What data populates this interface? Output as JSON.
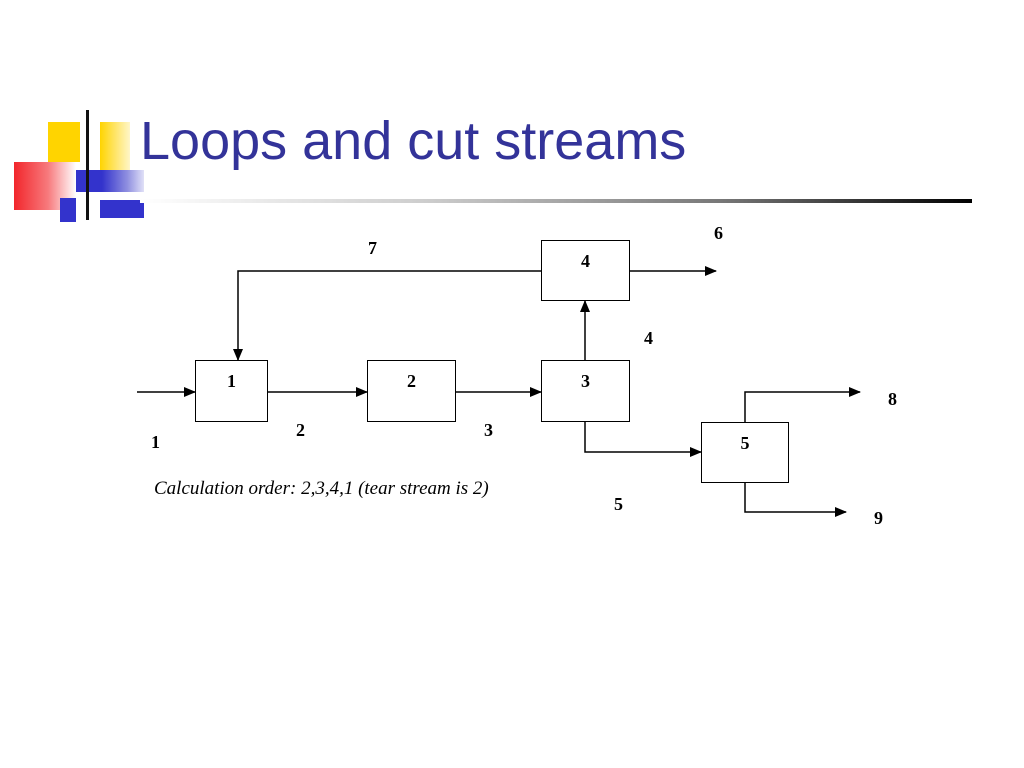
{
  "slide": {
    "title": "Loops and cut streams",
    "colors": {
      "title": "#333399",
      "accent_yellow": "#FFD400",
      "accent_red": "#F2262B",
      "accent_blue": "#3333CC"
    }
  },
  "diagram": {
    "units": [
      {
        "id": "1",
        "label": "1"
      },
      {
        "id": "2",
        "label": "2"
      },
      {
        "id": "3",
        "label": "3"
      },
      {
        "id": "4",
        "label": "4"
      },
      {
        "id": "5",
        "label": "5"
      }
    ],
    "streams": [
      {
        "label": "1",
        "from": "feed",
        "to": "1"
      },
      {
        "label": "2",
        "from": "1",
        "to": "2"
      },
      {
        "label": "3",
        "from": "2",
        "to": "3"
      },
      {
        "label": "4",
        "from": "3",
        "to": "4"
      },
      {
        "label": "5",
        "from": "3",
        "to": "5"
      },
      {
        "label": "6",
        "from": "4",
        "to": "product"
      },
      {
        "label": "7",
        "from": "4",
        "to": "1"
      },
      {
        "label": "8",
        "from": "5",
        "to": "product"
      },
      {
        "label": "9",
        "from": "5",
        "to": "product"
      }
    ],
    "note": "Calculation order: 2,3,4,1 (tear stream is 2)"
  }
}
